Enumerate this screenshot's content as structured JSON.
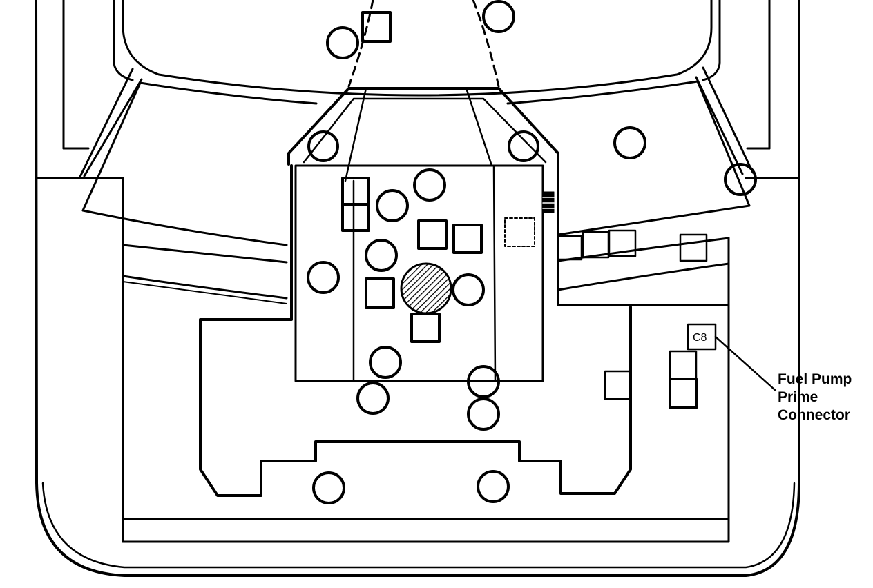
{
  "diagram": {
    "callout": {
      "lines": [
        "Fuel Pump",
        "Prime",
        "Connector"
      ]
    },
    "connector_label": "C8"
  },
  "colors": {
    "ink": "#000000",
    "paper": "#ffffff"
  }
}
